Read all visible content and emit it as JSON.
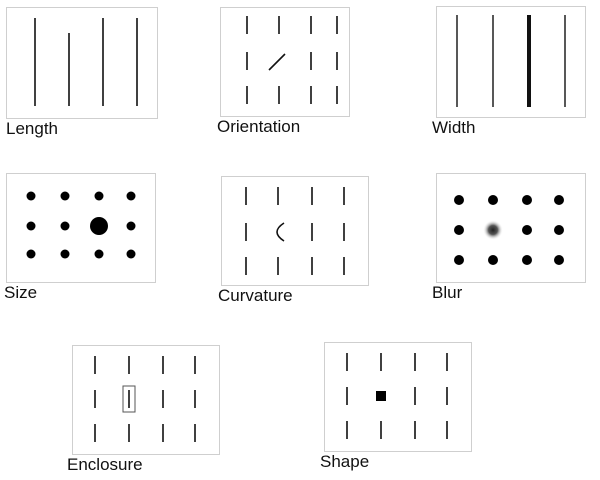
{
  "panels": [
    {
      "id": "length",
      "label": "Length"
    },
    {
      "id": "orientation",
      "label": "Orientation"
    },
    {
      "id": "width",
      "label": "Width"
    },
    {
      "id": "size",
      "label": "Size"
    },
    {
      "id": "curvature",
      "label": "Curvature"
    },
    {
      "id": "blur",
      "label": "Blur"
    },
    {
      "id": "enclosure",
      "label": "Enclosure"
    },
    {
      "id": "shape",
      "label": "Shape"
    }
  ]
}
